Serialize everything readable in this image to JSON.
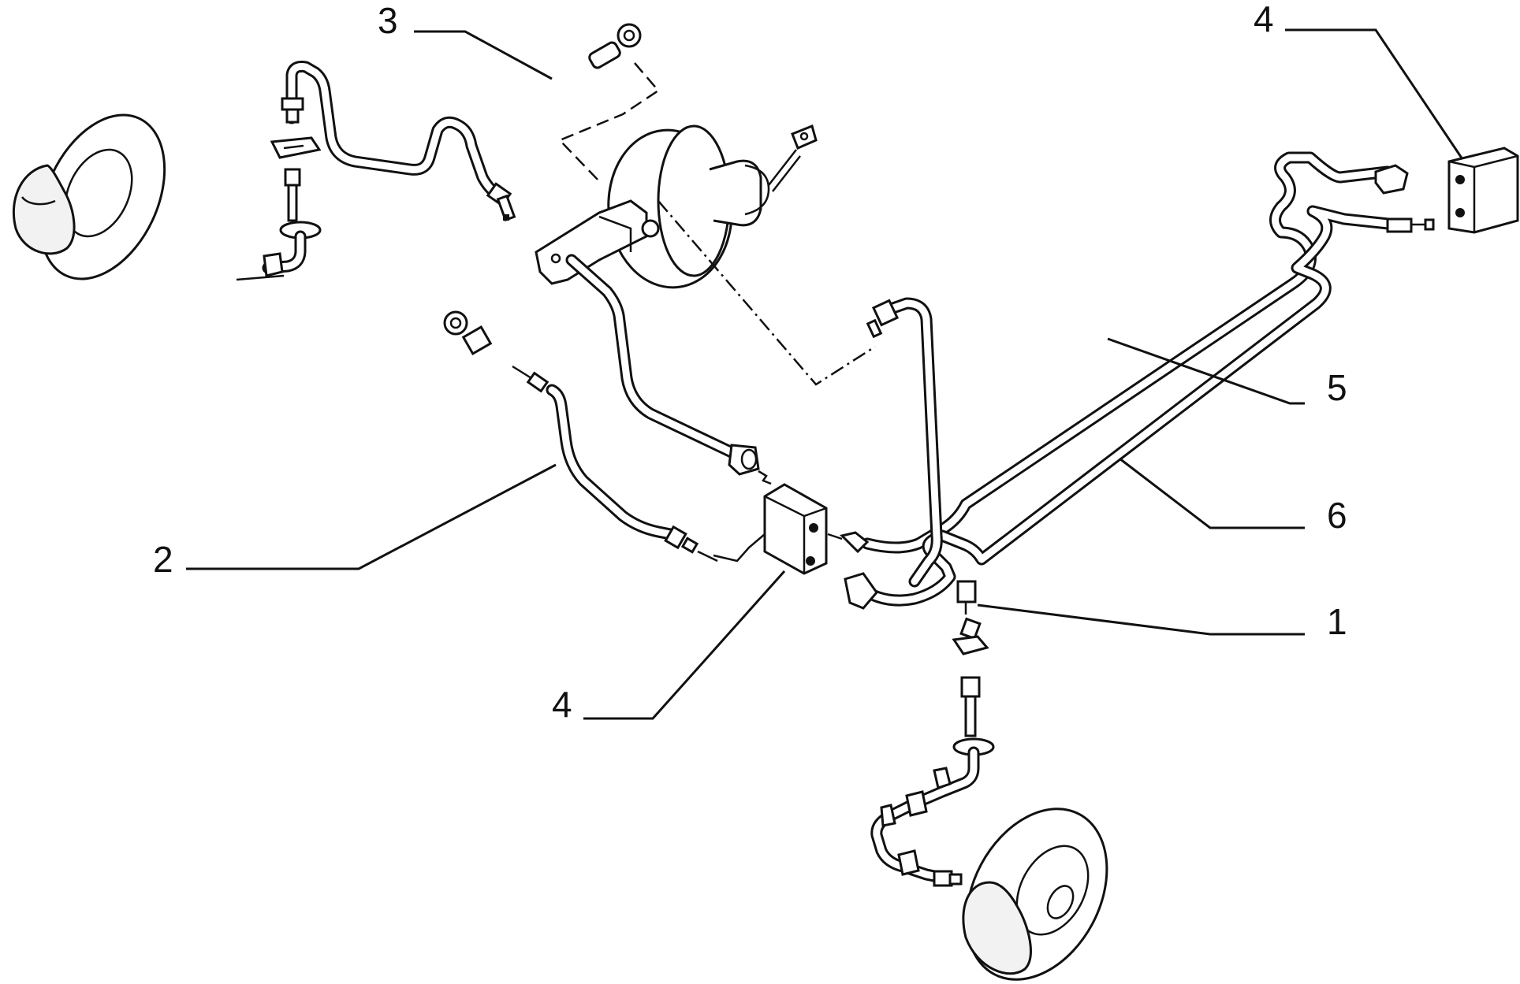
{
  "diagram": {
    "callouts": [
      {
        "id": "3-top",
        "label": "3"
      },
      {
        "id": "4-top-right",
        "label": "4"
      },
      {
        "id": "5",
        "label": "5"
      },
      {
        "id": "6",
        "label": "6"
      },
      {
        "id": "1",
        "label": "1"
      },
      {
        "id": "2",
        "label": "2"
      },
      {
        "id": "4-bottom",
        "label": "4"
      }
    ]
  }
}
